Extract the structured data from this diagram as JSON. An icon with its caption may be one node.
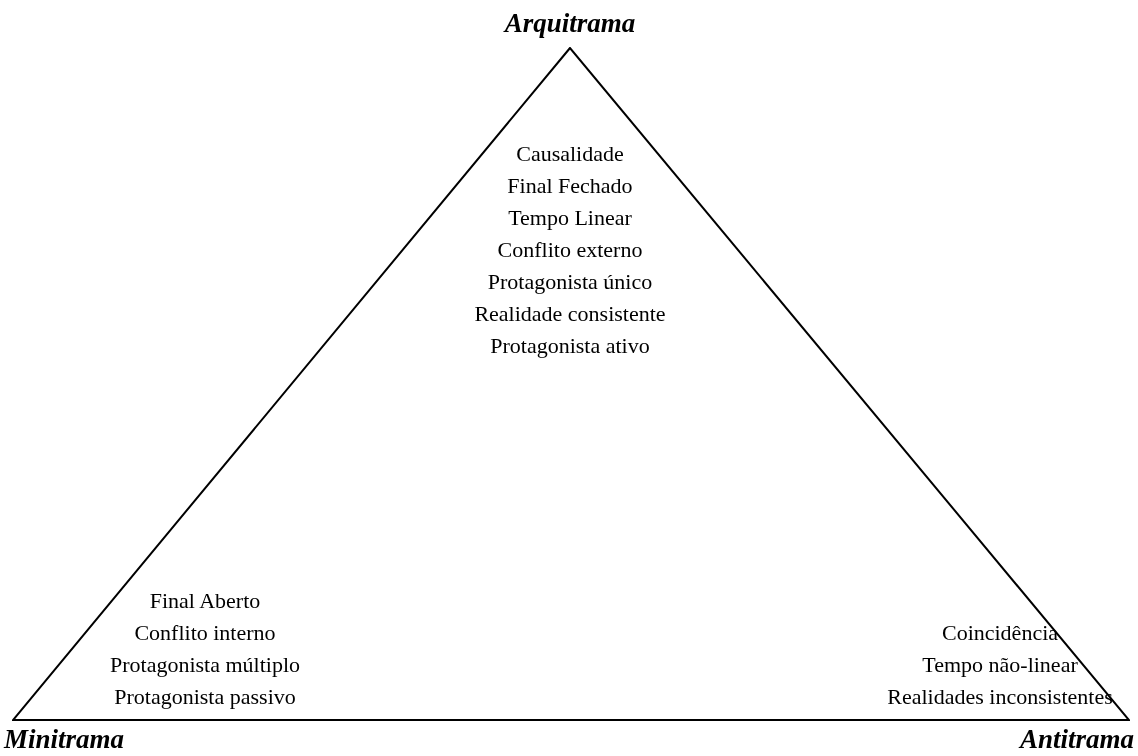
{
  "diagram": {
    "nodes": [
      {
        "text": [
          "Causalidade",
          "Final Fechado",
          "Tempo Linear",
          "Conflito externo",
          "Protagonista único",
          "Realidade consistente",
          "Protagonista ativo",
          "Final Aberto",
          "Conflito interno",
          "Protagonista múltiplo",
          "Protagonista passivo",
          "Coincidência",
          "Tempo não-linear",
          "Realidades inconsistentes"
        ],
        "beside": [
          "Arquitrama",
          "Minitrama",
          "Antitrama"
        ]
      }
    ]
  }
}
